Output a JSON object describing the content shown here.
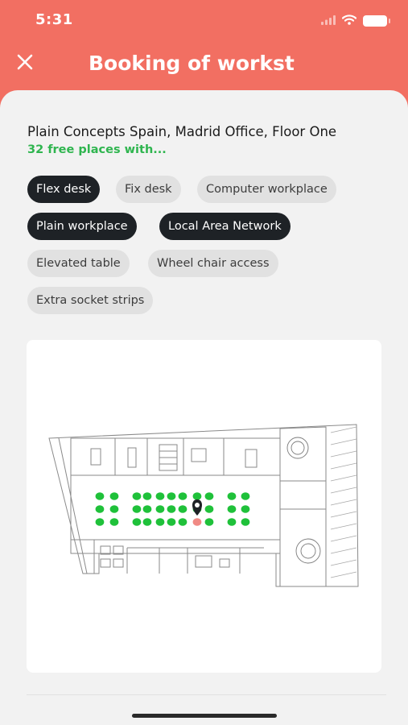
{
  "status_bar": {
    "time": "5:31"
  },
  "header": {
    "title": "Booking of workst"
  },
  "office": {
    "location": "Plain Concepts Spain, Madrid Office, Floor One",
    "free_places": "32 free places with..."
  },
  "filters": [
    {
      "label": "Flex desk",
      "selected": true
    },
    {
      "label": "Fix desk",
      "selected": false
    },
    {
      "label": "Computer workplace",
      "selected": false
    },
    {
      "label": "Plain workplace",
      "selected": true
    },
    {
      "label": "Local Area Network",
      "selected": true
    },
    {
      "label": "Elevated table",
      "selected": false
    },
    {
      "label": "Wheel chair access",
      "selected": false
    },
    {
      "label": "Extra socket strips",
      "selected": false
    }
  ],
  "colors": {
    "brand": "#f26f62",
    "free_seat": "#1fc13a",
    "selected_seat": "#f08a84",
    "chip_selected": "#1e2226",
    "chip_unselected": "#e1e1e1"
  },
  "floor_plan": {
    "free_seat_count": 32,
    "selected_seat_count": 1,
    "marker_icon": "location-pin-icon"
  }
}
